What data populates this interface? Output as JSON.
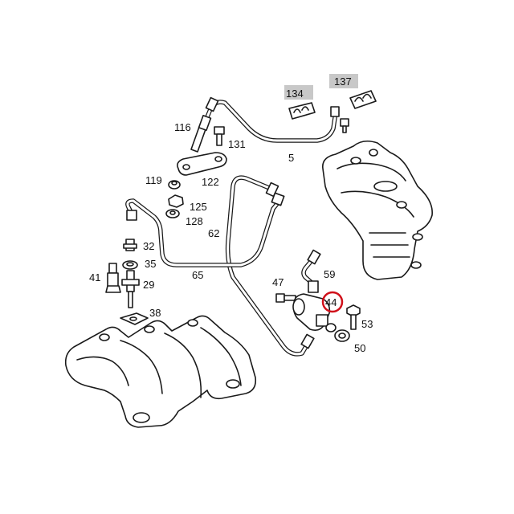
{
  "labels": {
    "p116": "116",
    "p131": "131",
    "p5": "5",
    "p134": "134",
    "p137": "137",
    "p119": "119",
    "p122": "122",
    "p125": "125",
    "p128": "128",
    "p62": "62",
    "p32": "32",
    "p35": "35",
    "p41": "41",
    "p29": "29",
    "p65": "65",
    "p38": "38",
    "p47": "47",
    "p59": "59",
    "p44": "44",
    "p53": "53",
    "p50": "50"
  },
  "colors": {
    "line": "#1a1a1a",
    "highlight_ring": "#d0101a",
    "tag_background": "#c8c8c8"
  }
}
